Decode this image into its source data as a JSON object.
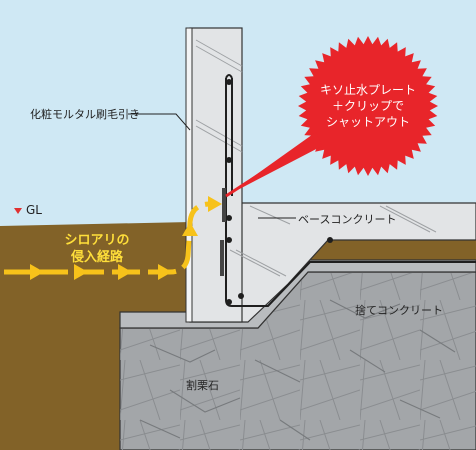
{
  "labels": {
    "mortar_finish": "化粧モルタル刷毛引き",
    "gl": "GL",
    "base_concrete": "ベースコンクリート",
    "lean_concrete": "捨てコンクリート",
    "crushed_stone": "割栗石",
    "callout_line1": "キソ止水プレート",
    "callout_line2": "＋クリップで",
    "callout_line3": "シャットアウト",
    "termite_line1": "シロアリの",
    "termite_line2": "侵入経路"
  },
  "colors": {
    "sky": "#cfe8f4",
    "soil": "#826228",
    "concrete": "#e2e4e6",
    "lean_concrete": "#b9bcbf",
    "crushed_stone": "#a3a6a9",
    "callout": "#e8252a",
    "arrow": "#f7c21a"
  }
}
